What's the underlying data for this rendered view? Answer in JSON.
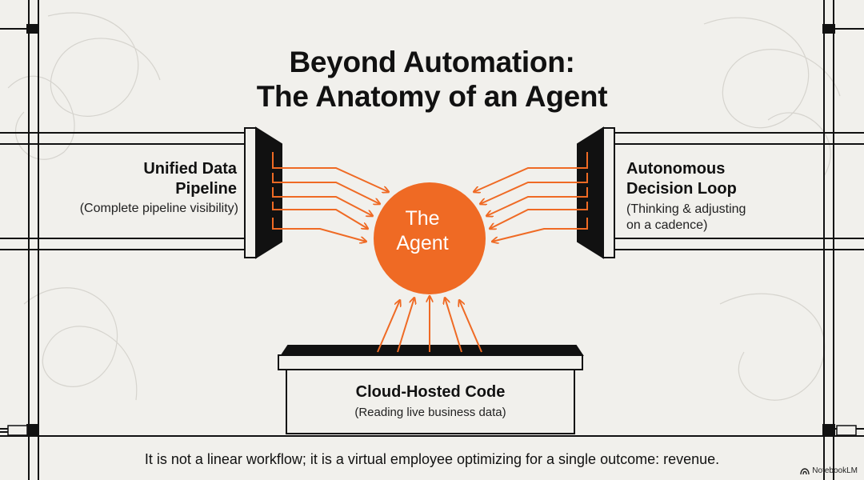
{
  "title": {
    "line1": "Beyond Automation:",
    "line2": "The Anatomy of an Agent"
  },
  "center": {
    "line1": "The",
    "line2": "Agent"
  },
  "nodes": {
    "left": {
      "title1": "Unified Data",
      "title2": "Pipeline",
      "subtitle": "(Complete pipeline visibility)"
    },
    "right": {
      "title1": "Autonomous",
      "title2": "Decision Loop",
      "sub1": "(Thinking & adjusting",
      "sub2": "on a cadence)"
    },
    "bottom": {
      "title": "Cloud-Hosted Code",
      "subtitle": "(Reading live business data)"
    }
  },
  "footer": "It is not a linear workflow; it is a virtual employee optimizing for a single outcome: revenue.",
  "brand": {
    "label": "NotebookLM",
    "icon": "notebooklm-logo-icon"
  },
  "colors": {
    "accent": "#ef6a24",
    "ink": "#111111",
    "background": "#f1f0ec"
  }
}
